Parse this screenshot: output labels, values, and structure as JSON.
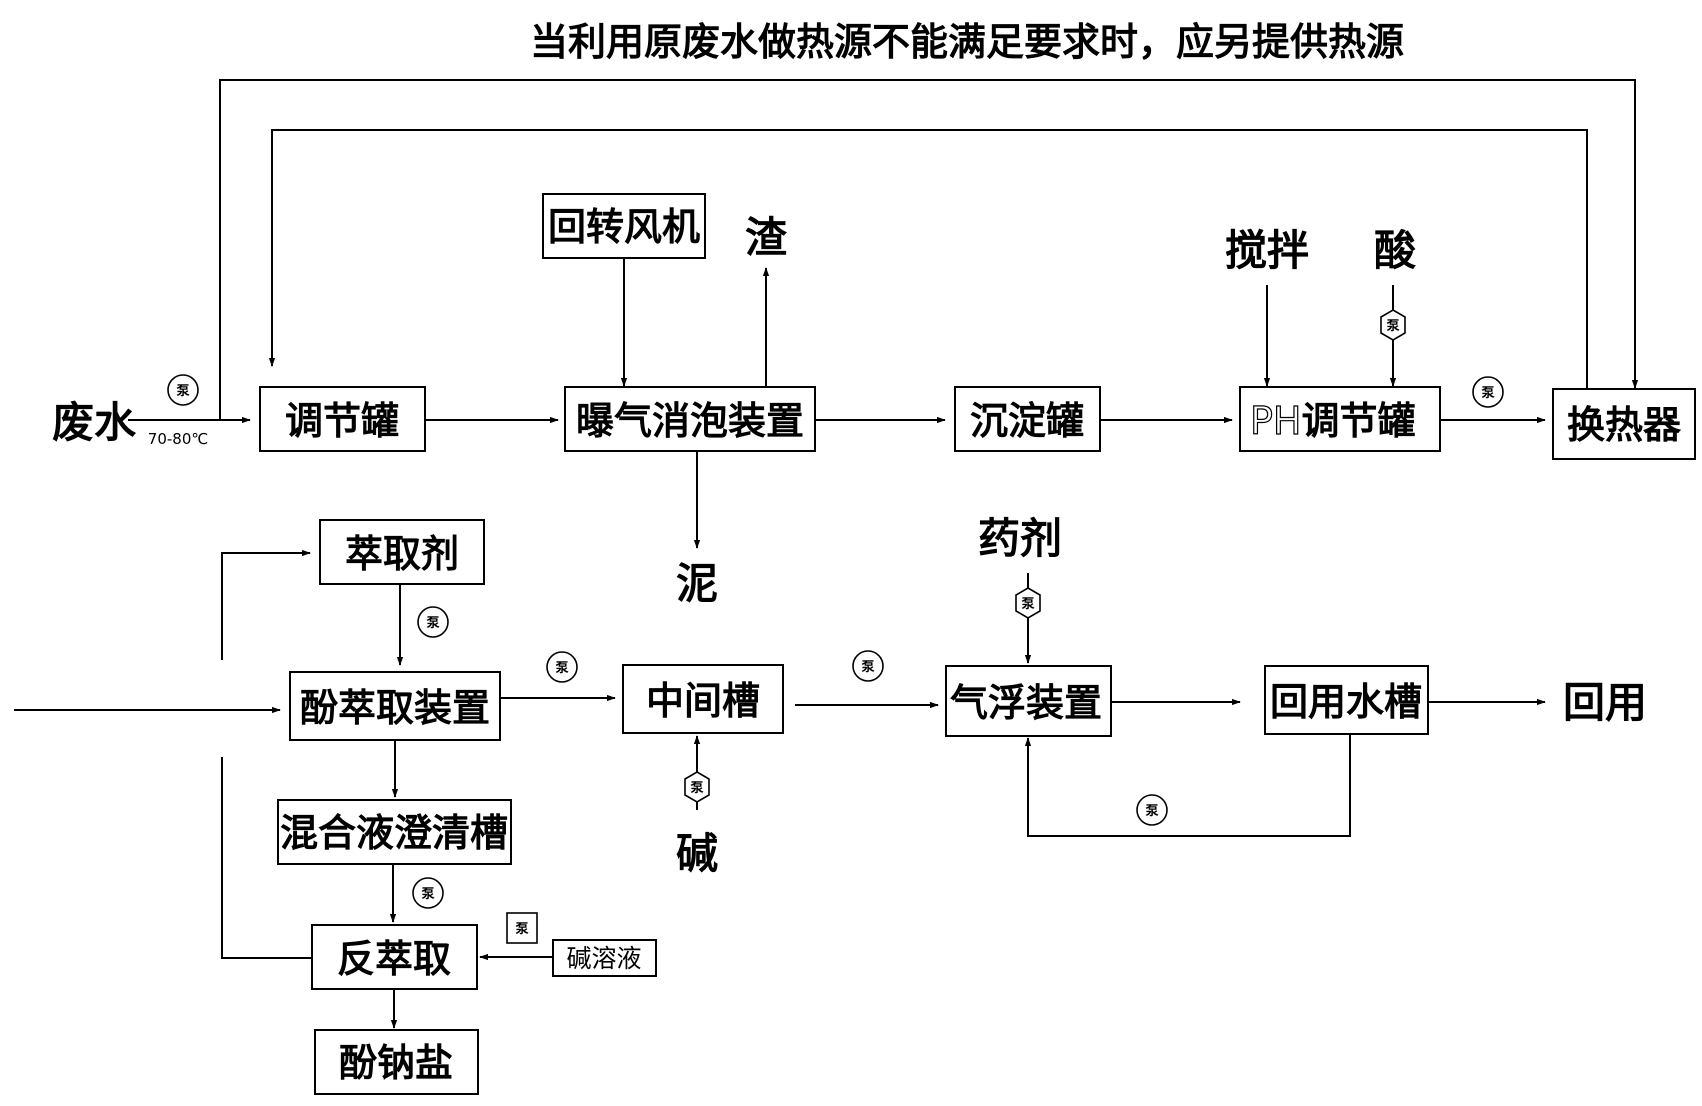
{
  "title": "当利用原废水做热源不能满足要求时，应另提供热源",
  "temp_label": "70-80℃",
  "pump_label": "泵",
  "nodes": {
    "waste_water": "废水",
    "regulating_tank": "调节罐",
    "rotary_blower": "回转风机",
    "aeration_defoam": "曝气消泡装置",
    "slag": "渣",
    "mud": "泥",
    "settling_tank": "沉淀罐",
    "stirring": "搅拌",
    "acid": "酸",
    "ph_prefix": "PH",
    "ph_suffix": "调节罐",
    "heat_exchanger": "换热器",
    "extractant": "萃取剂",
    "phenol_extraction": "酚萃取装置",
    "intermediate_tank": "中间槽",
    "alkali": "碱",
    "chemicals": "药剂",
    "air_flotation": "气浮装置",
    "reuse_tank": "回用水槽",
    "reuse": "回用",
    "mix_clarify": "混合液澄清槽",
    "back_extraction": "反萃取",
    "alkali_solution": "碱溶液",
    "sodium_phenolate": "酚钠盐"
  }
}
